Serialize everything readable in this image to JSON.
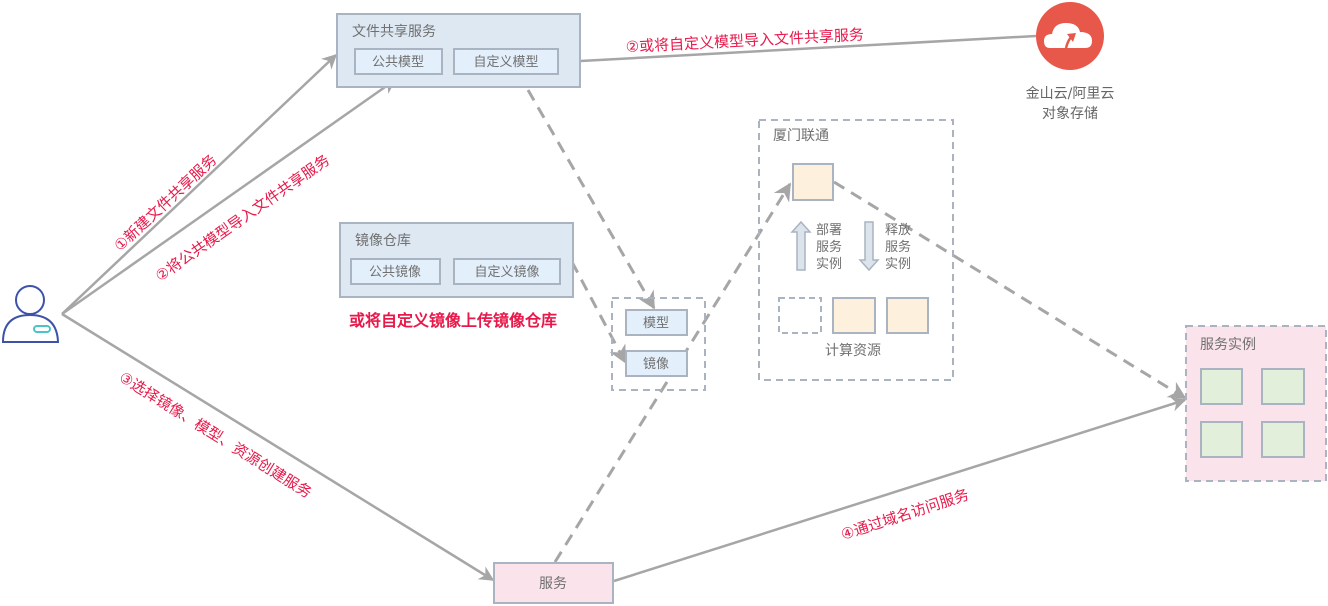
{
  "colors": {
    "arrow": "#a6a6a6",
    "label_red": "#e8194a",
    "box_blue_fill": "#dde8f3",
    "box_blue_stroke": "#a9b3c1",
    "inner_blue_fill": "#e3effa",
    "instance_fill": "#fdf0dc",
    "service_fill": "#fae3ea",
    "green_fill": "#e2efda",
    "cloud_red": "#e8584a",
    "user_blue": "#3d52a8",
    "user_badge": "#4cc3c9"
  },
  "user": {
    "icon": "user-icon"
  },
  "file_share": {
    "title": "文件共享服务",
    "items": [
      "公共模型",
      "自定义模型"
    ]
  },
  "cloud_storage": {
    "icon": "cloud-upload-icon",
    "line1": "金山云/阿里云",
    "line2": "对象存储"
  },
  "image_repo": {
    "title": "镜像仓库",
    "items": [
      "公共镜像",
      "自定义镜像"
    ],
    "note": "或将自定义镜像上传镜像仓库"
  },
  "mount": {
    "items": [
      "模型",
      "镜像"
    ]
  },
  "region": {
    "title": "厦门联通",
    "deploy_label": [
      "部署",
      "服务",
      "实例"
    ],
    "release_label": [
      "释放",
      "服务",
      "实例"
    ],
    "resources_label": "计算资源"
  },
  "service_instances": {
    "title": "服务实例"
  },
  "service": {
    "label": "服务"
  },
  "steps": {
    "step1": "①新建文件共享服务",
    "step2a": "②将公共模型导入文件共享服务",
    "step2b": "②或将自定义模型导入文件共享服务",
    "step3": "③选择镜像、模型、资源创建服务",
    "step4": "④通过域名访问服务"
  }
}
